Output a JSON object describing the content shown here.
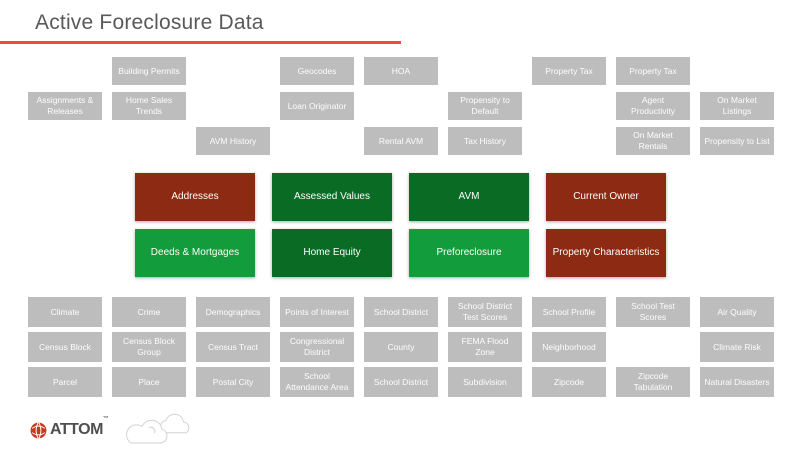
{
  "title": "Active Foreclosure Data",
  "colors": {
    "accent_line": "#EF4C38",
    "gray_box": "#BDBDBD",
    "dark_red": "#8D2A13",
    "dark_green": "#0A6B25",
    "green": "#139C3B",
    "title_text": "#58595B",
    "brand_red": "#C5391F"
  },
  "top_grid": {
    "cells": [
      {
        "row": 1,
        "col": 2,
        "label": "Building Permits"
      },
      {
        "row": 1,
        "col": 4,
        "label": "Geocodes"
      },
      {
        "row": 1,
        "col": 5,
        "label": "HOA"
      },
      {
        "row": 1,
        "col": 7,
        "label": "Property Tax"
      },
      {
        "row": 1,
        "col": 8,
        "label": "Property Tax"
      },
      {
        "row": 2,
        "col": 1,
        "label": "Assignments & Releases"
      },
      {
        "row": 2,
        "col": 2,
        "label": "Home Sales Trends"
      },
      {
        "row": 2,
        "col": 4,
        "label": "Loan Originator"
      },
      {
        "row": 2,
        "col": 6,
        "label": "Propensity to Default"
      },
      {
        "row": 2,
        "col": 8,
        "label": "Agent Productivity"
      },
      {
        "row": 2,
        "col": 9,
        "label": "On Market Listings"
      },
      {
        "row": 3,
        "col": 3,
        "label": "AVM History"
      },
      {
        "row": 3,
        "col": 5,
        "label": "Rental AVM"
      },
      {
        "row": 3,
        "col": 6,
        "label": "Tax History"
      },
      {
        "row": 3,
        "col": 8,
        "label": "On Market Rentals"
      },
      {
        "row": 3,
        "col": 9,
        "label": "Propensity to List"
      }
    ]
  },
  "middle_grid": {
    "cells": [
      {
        "row": 1,
        "col": 1,
        "label": "Addresses",
        "color": "dark_red"
      },
      {
        "row": 1,
        "col": 2,
        "label": "Assessed Values",
        "color": "dark_green"
      },
      {
        "row": 1,
        "col": 3,
        "label": "AVM",
        "color": "dark_green"
      },
      {
        "row": 1,
        "col": 4,
        "label": "Current Owner",
        "color": "dark_red"
      },
      {
        "row": 2,
        "col": 1,
        "label": "Deeds & Mortgages",
        "color": "green"
      },
      {
        "row": 2,
        "col": 2,
        "label": "Home Equity",
        "color": "dark_green"
      },
      {
        "row": 2,
        "col": 3,
        "label": "Preforeclosure",
        "color": "green"
      },
      {
        "row": 2,
        "col": 4,
        "label": "Property Characteristics",
        "color": "dark_red"
      }
    ]
  },
  "bottom_grid": {
    "cells": [
      {
        "row": 1,
        "col": 1,
        "label": "Climate"
      },
      {
        "row": 1,
        "col": 2,
        "label": "Crime"
      },
      {
        "row": 1,
        "col": 3,
        "label": "Demographics"
      },
      {
        "row": 1,
        "col": 4,
        "label": "Points of Interest"
      },
      {
        "row": 1,
        "col": 5,
        "label": "School District"
      },
      {
        "row": 1,
        "col": 6,
        "label": "School District Test Scores"
      },
      {
        "row": 1,
        "col": 7,
        "label": "School Profile"
      },
      {
        "row": 1,
        "col": 8,
        "label": "School Test Scores"
      },
      {
        "row": 1,
        "col": 9,
        "label": "Air Quality"
      },
      {
        "row": 2,
        "col": 1,
        "label": "Census Block"
      },
      {
        "row": 2,
        "col": 2,
        "label": "Census Block Group"
      },
      {
        "row": 2,
        "col": 3,
        "label": "Census Tract"
      },
      {
        "row": 2,
        "col": 4,
        "label": "Congressional District"
      },
      {
        "row": 2,
        "col": 5,
        "label": "County"
      },
      {
        "row": 2,
        "col": 6,
        "label": "FEMA Flood Zone"
      },
      {
        "row": 2,
        "col": 7,
        "label": "Neighborhood"
      },
      {
        "row": 2,
        "col": 9,
        "label": "Climate Risk"
      },
      {
        "row": 3,
        "col": 1,
        "label": "Parcel"
      },
      {
        "row": 3,
        "col": 2,
        "label": "Place"
      },
      {
        "row": 3,
        "col": 3,
        "label": "Postal City"
      },
      {
        "row": 3,
        "col": 4,
        "label": "School Attendance Area"
      },
      {
        "row": 3,
        "col": 5,
        "label": "School District"
      },
      {
        "row": 3,
        "col": 6,
        "label": "Subdivision"
      },
      {
        "row": 3,
        "col": 7,
        "label": "Zipcode"
      },
      {
        "row": 3,
        "col": 8,
        "label": "Zipcode Tabulation"
      },
      {
        "row": 3,
        "col": 9,
        "label": "Natural Disasters"
      }
    ]
  },
  "footer": {
    "brand": "ATTOM",
    "trademark": "™",
    "logo_icon": "attom-logo-icon",
    "clouds_icon": "clouds-icon"
  }
}
